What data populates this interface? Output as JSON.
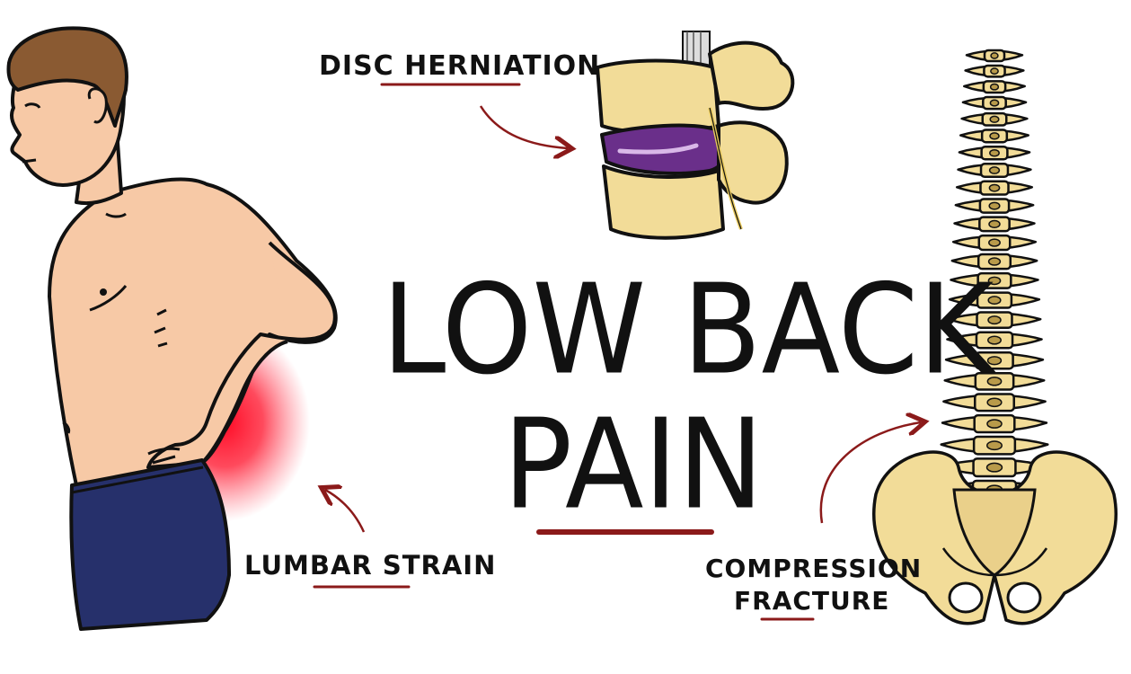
{
  "title": {
    "line1": "LOW BACK",
    "line2": "PAIN"
  },
  "labels": {
    "disc_prefix": "DISC",
    "disc_main": "HERNIATION",
    "lumbar_prefix": "LUMBAR",
    "lumbar_main": "STRAIN",
    "compression_line1": "COMPRESSION",
    "compression_line2": "FRACTURE"
  },
  "colors": {
    "background": "#ffffff",
    "ink": "#111111",
    "accent_underline": "#8b1a1a",
    "skin": "#f7c9a6",
    "hair": "#8a5a32",
    "shorts": "#26306b",
    "bone": "#f2dc98",
    "disc": "#6a2f8a",
    "pain_glow": "#ff1a2e"
  },
  "icons": {
    "man": "man-holding-lower-back-icon",
    "vertebra": "vertebra-with-herniated-disc-icon",
    "spine": "spine-and-pelvis-icon"
  }
}
